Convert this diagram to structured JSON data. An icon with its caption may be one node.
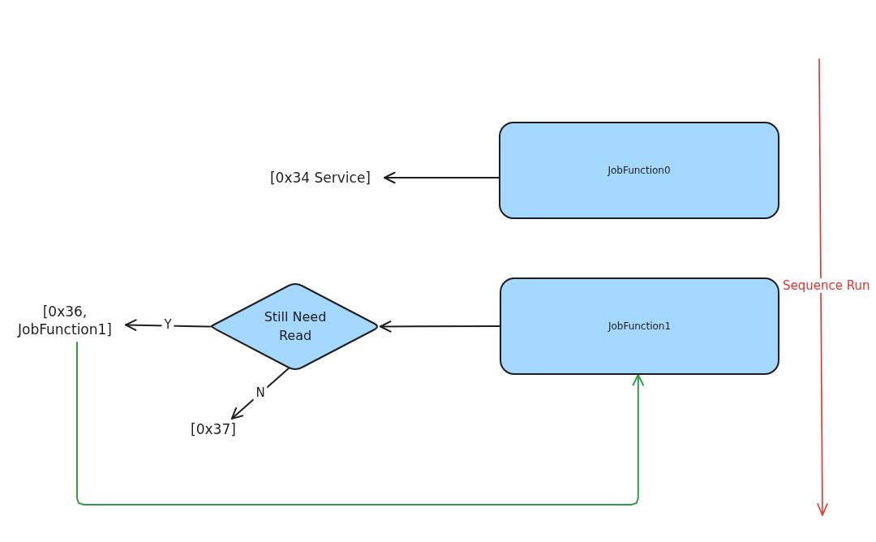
{
  "diagram": {
    "nodes": [
      {
        "text": [
          "JobFunction0"
        ]
      },
      {
        "text": [
          "[0x34 Service]"
        ]
      },
      {
        "text": [
          "JobFunction1"
        ]
      },
      {
        "text": [
          "Still Need Read"
        ]
      },
      {
        "text": [
          "[0x36, JobFunction1]"
        ]
      },
      {
        "text": [
          "[0x37]"
        ]
      }
    ],
    "edges": [
      {
        "from": 0,
        "to": 1,
        "arrow": "to"
      },
      {
        "from": 2,
        "to": 3,
        "arrow": "to"
      },
      {
        "from": 3,
        "to": 4,
        "arrow": "to",
        "label": "Y"
      },
      {
        "from": 3,
        "to": 5,
        "arrow": "to",
        "label": "N"
      },
      {
        "from": 4,
        "to": 2,
        "arrow": "to",
        "color": "#2f9e44"
      }
    ],
    "labels": [
      "Sequence Run"
    ]
  }
}
